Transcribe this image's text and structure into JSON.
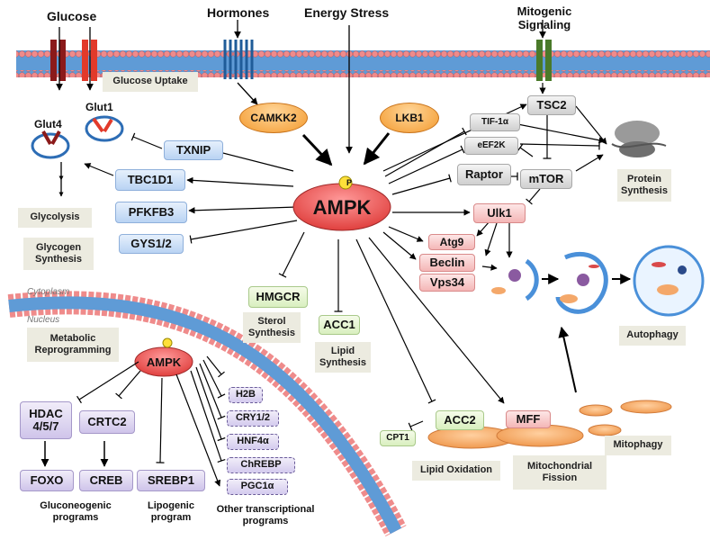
{
  "inputs": {
    "glucose": "Glucose",
    "hormones": "Hormones",
    "energy_stress": "Energy Stress",
    "mitogenic": "Mitogenic Signaling"
  },
  "upstream": {
    "camkk2": "CAMKK2",
    "lkb1": "LKB1"
  },
  "center": {
    "ampk": "AMPK",
    "phospho": "P",
    "nuclear_ampk": "AMPK"
  },
  "glucose_panel": {
    "glut4": "Glut4",
    "glut1": "Glut1",
    "uptake": "Glucose Uptake",
    "glycolysis": "Glycolysis",
    "glycogen": "Glycogen Synthesis"
  },
  "targets_left": [
    "TXNIP",
    "TBC1D1",
    "PFKFB3",
    "GYS1/2"
  ],
  "protein_panel": {
    "tsc2": "TSC2",
    "tif1a": "TIF-1α",
    "eef2k": "eEF2K",
    "raptor": "Raptor",
    "mtor": "mTOR",
    "label": "Protein Synthesis"
  },
  "autophagy_panel": {
    "ulk1": "Ulk1",
    "atg9": "Atg9",
    "beclin": "Beclin",
    "vps34": "Vps34",
    "label": "Autophagy"
  },
  "lipid_panel": {
    "hmgcr": "HMGCR",
    "sterol": "Sterol Synthesis",
    "acc1": "ACC1",
    "lipid_synth": "Lipid Synthesis",
    "acc2": "ACC2",
    "cpt1": "CPT1",
    "lipid_ox": "Lipid Oxidation",
    "mff": "MFF",
    "fission": "Mitochondrial Fission",
    "mitophagy": "Mitophagy"
  },
  "compartments": {
    "cytoplasm": "Cytoplasm",
    "nucleus": "Nucleus"
  },
  "nuclear": {
    "metabolic": "Metabolic Reprogramming",
    "hdac": "HDAC 4/5/7",
    "crtc2": "CRTC2",
    "foxo": "FOXO",
    "creb": "CREB",
    "srebp1": "SREBP1",
    "gluconeogenic": "Gluconeogenic programs",
    "lipogenic": "Lipogenic program",
    "other": "Other transcriptional programs",
    "tf": [
      "H2B",
      "CRY1/2",
      "HNF4α",
      "ChREBP",
      "PGC1α"
    ]
  }
}
